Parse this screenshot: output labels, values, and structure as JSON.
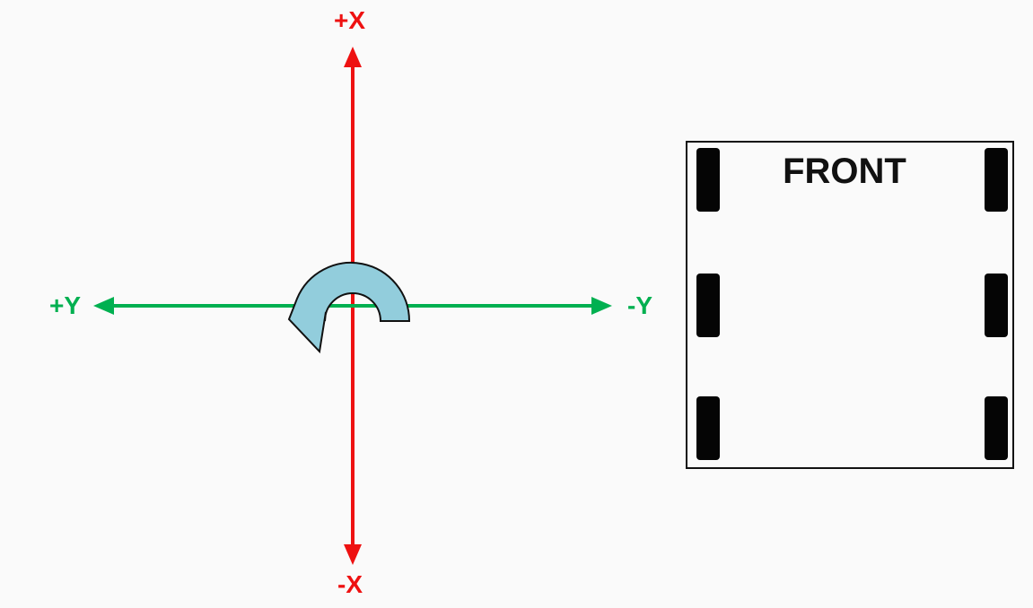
{
  "colors": {
    "x_axis": "#ee1111",
    "y_axis": "#00b050",
    "rotation_arrow_fill": "#92cddc",
    "rotation_arrow_stroke": "#111111",
    "vehicle_outline": "#111111",
    "wheel": "#050505",
    "text_dark": "#111111",
    "background": "#fafafa"
  },
  "axes": {
    "plus_x_label": "+X",
    "minus_x_label": "-X",
    "plus_y_label": "+Y",
    "minus_y_label": "-Y"
  },
  "rotation_icon": "counterclockwise-rotation-arrow-icon",
  "vehicle": {
    "front_label": "FRONT",
    "wheel_count": 6
  }
}
